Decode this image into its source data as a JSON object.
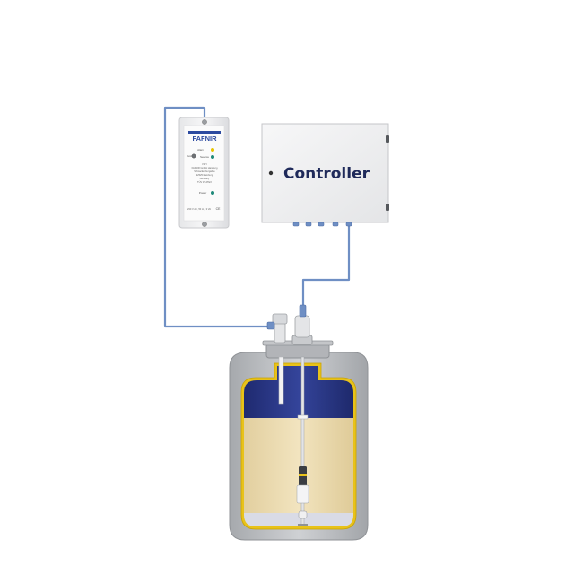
{
  "controller": {
    "label": "Controller"
  },
  "module": {
    "brand": "FAFNIR",
    "led_labels": [
      "Alarm",
      "Service",
      "Power"
    ],
    "test_label": "Test",
    "text_lines": [
      "VISY",
      "FAFNIR GmbH Hamburg",
      "Schnackenburgallee",
      "22525 Hamburg",
      "Germany",
      "TÜV 17 ATEX"
    ],
    "footer": "230 V AC, 50 Hz, 3 VA",
    "ce_mark": "CE",
    "led_colors": {
      "alarm": "#e8c400",
      "service": "#1f8a7a",
      "power": "#1f8a7a"
    }
  },
  "colors": {
    "cable": "#6f8fc4",
    "tank_shell": "#b6b8bb",
    "tank_outline": "#e8c21a",
    "vapor": "#27337f",
    "liquid": "#e9d8aa",
    "water": "#d9dbe6"
  }
}
